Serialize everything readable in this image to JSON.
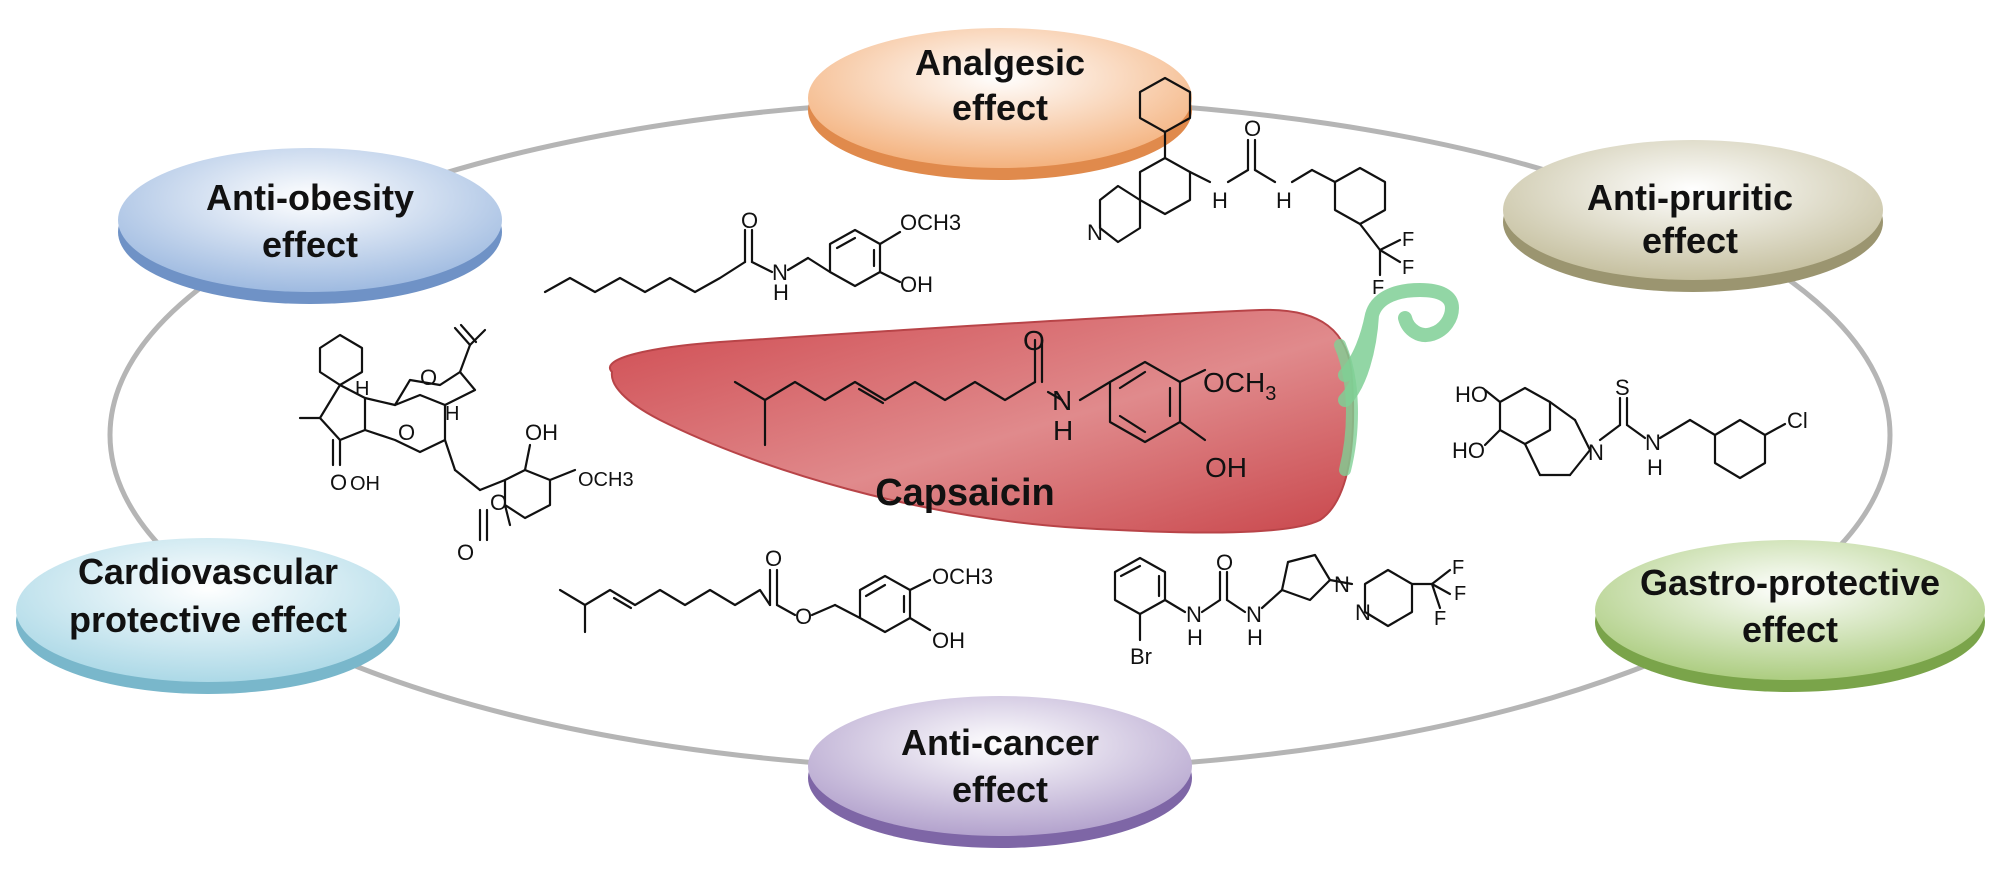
{
  "center": {
    "label": "Capsaicin",
    "atoms": {
      "o": "O",
      "nh": "N",
      "h": "H",
      "och3": "OCH",
      "three": "3",
      "oh": "OH"
    }
  },
  "effects": [
    {
      "line1": "Analgesic",
      "line2": "effect",
      "color": "#f2a86e"
    },
    {
      "line1": "Anti-pruritic",
      "line2": "effect",
      "color": "#b9b38f"
    },
    {
      "line1": "Gastro-protective",
      "line2": "effect",
      "color": "#9cc06a"
    },
    {
      "line1": "Anti-cancer",
      "line2": "effect",
      "color": "#a793c4"
    },
    {
      "line1": "Cardiovascular",
      "line2": "protective effect",
      "color": "#9fd2e2"
    },
    {
      "line1": "Anti-obesity",
      "line2": "effect",
      "color": "#8fb0dc"
    }
  ],
  "molecules": {
    "m1": {
      "o": "O",
      "n": "N",
      "h": "H",
      "och3": "OCH3",
      "oh": "OH"
    },
    "m2": {
      "o": "O",
      "n": "N",
      "h1": "H",
      "h2": "H",
      "f1": "F",
      "f2": "F",
      "f3": "F"
    },
    "m3": {
      "ho1": "HO",
      "ho2": "HO",
      "s": "S",
      "n1": "N",
      "n2": "N",
      "h": "H",
      "cl": "Cl"
    },
    "m4": {
      "o1": "O",
      "o2": "O",
      "o3": "O",
      "o4": "O",
      "h1": "H",
      "h2": "H",
      "oh1": "OH",
      "oh2": "OH",
      "och3": "OCH3"
    },
    "m5": {
      "o1": "O",
      "o2": "O",
      "och3": "OCH3",
      "oh": "OH"
    },
    "m6": {
      "o": "O",
      "n1": "N",
      "n2": "N",
      "n3": "N",
      "n4": "N",
      "h1": "H",
      "h2": "H",
      "br": "Br",
      "f1": "F",
      "f2": "F",
      "f3": "F"
    }
  },
  "colors": {
    "ring": "#b5b5b5",
    "pepper": "#d9585c",
    "stem": "#7fcf95"
  }
}
